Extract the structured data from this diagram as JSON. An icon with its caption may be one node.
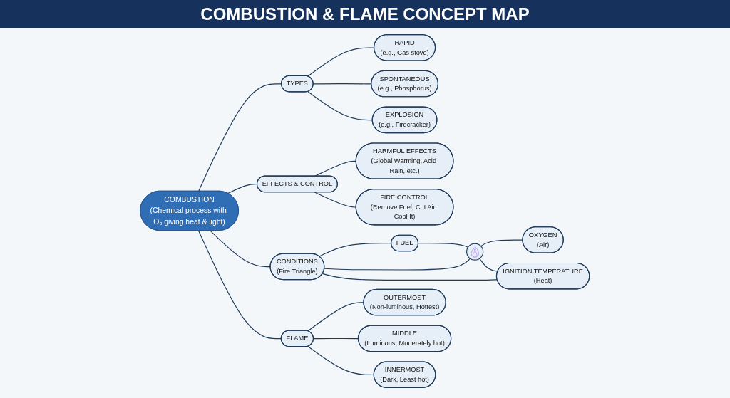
{
  "diagram": {
    "title": "COMBUSTION & FLAME CONCEPT MAP",
    "nodes": [
      {
        "text": [
          "COMBUSTION",
          "(Chemical process with O₂ giving heat & light)"
        ]
      },
      {
        "text": [
          "TYPES"
        ]
      },
      {
        "text": [
          "RAPID",
          "(e.g., Gas stove)"
        ]
      },
      {
        "text": [
          "SPONTANEOUS",
          "(e.g., Phosphorus)"
        ]
      },
      {
        "text": [
          "EXPLOSION",
          "(e.g., Firecracker)"
        ]
      },
      {
        "text": [
          "EFFECTS & CONTROL"
        ]
      },
      {
        "text": [
          "HARMFUL EFFECTS",
          "(Global Warming, Acid Rain, etc.)"
        ]
      },
      {
        "text": [
          "FIRE CONTROL",
          "(Remove Fuel, Cut Air, Cool It)"
        ]
      },
      {
        "text": [
          "CONDITIONS",
          "(Fire Triangle)"
        ]
      },
      {
        "text": [],
        "shape": "picture"
      },
      {
        "text": [
          "FUEL"
        ]
      },
      {
        "text": [
          "OXYGEN",
          "(Air)"
        ]
      },
      {
        "text": [
          "IGNITION TEMPERATURE",
          "(Heat)"
        ]
      },
      {
        "text": [
          "FLAME"
        ]
      },
      {
        "text": [
          "OUTERMOST",
          "(Non-luminous, Hottest)"
        ]
      },
      {
        "text": [
          "MIDDLE",
          "(Luminous, Moderately hot)"
        ]
      },
      {
        "text": [
          "INNERMOST",
          "(Dark, Least hot)"
        ]
      }
    ],
    "edges": [
      {
        "from": 0,
        "to": 1,
        "arrow": "none"
      },
      {
        "from": 1,
        "to": 2,
        "arrow": "none"
      },
      {
        "from": 1,
        "to": 3,
        "arrow": "none"
      },
      {
        "from": 1,
        "to": 4,
        "arrow": "none"
      },
      {
        "from": 0,
        "to": 5,
        "arrow": "none"
      },
      {
        "from": 5,
        "to": 6,
        "arrow": "none"
      },
      {
        "from": 5,
        "to": 7,
        "arrow": "none"
      },
      {
        "from": 0,
        "to": 8,
        "arrow": "none"
      },
      {
        "from": 8,
        "to": 10,
        "arrow": "none"
      },
      {
        "from": 8,
        "to": 9,
        "arrow": "none"
      },
      {
        "from": 8,
        "to": 12,
        "arrow": "none"
      },
      {
        "from": 10,
        "to": 9,
        "arrow": "none"
      },
      {
        "from": 9,
        "to": 11,
        "arrow": "none"
      },
      {
        "from": 9,
        "to": 12,
        "arrow": "none"
      },
      {
        "from": 0,
        "to": 13,
        "arrow": "none"
      },
      {
        "from": 13,
        "to": 14,
        "arrow": "none"
      },
      {
        "from": 13,
        "to": 15,
        "arrow": "none"
      },
      {
        "from": 13,
        "to": 16,
        "arrow": "none"
      }
    ]
  }
}
